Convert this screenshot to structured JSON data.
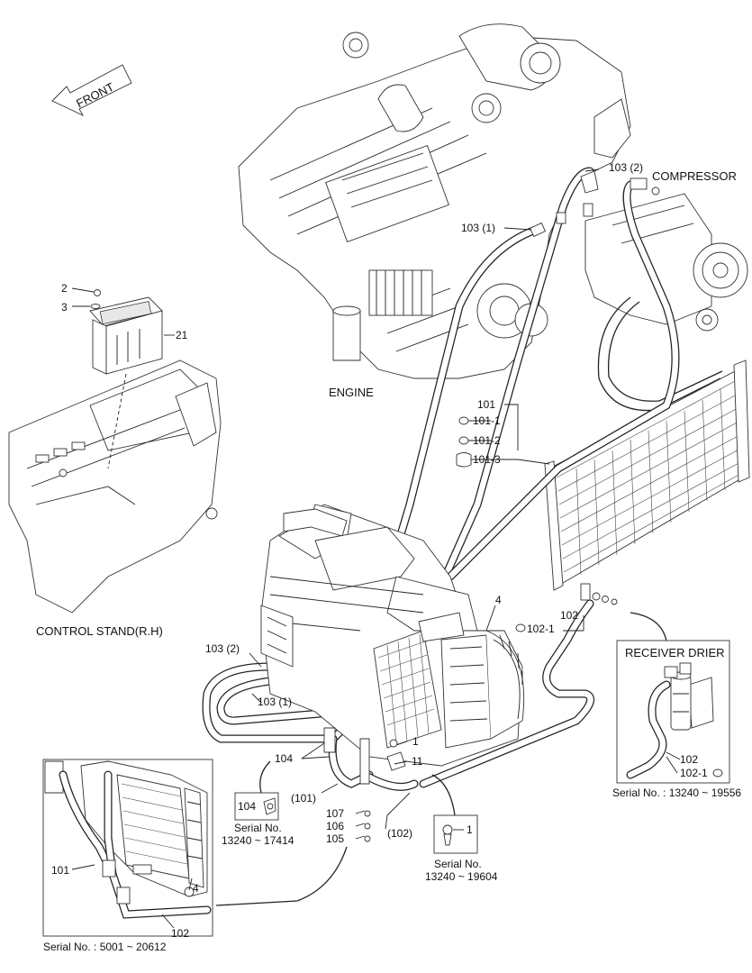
{
  "labels": {
    "front": "FRONT",
    "compressor": "COMPRESSOR",
    "engine": "ENGINE",
    "control_stand": "CONTROL STAND(R.H)",
    "receiver_drier": "RECEIVER DRIER",
    "p_2": "2",
    "p_3": "3",
    "p_21": "21",
    "p_103_2_top": "103 (2)",
    "p_103_1_top": "103 (1)",
    "p_101": "101",
    "p_101_1": "101-1",
    "p_101_2": "101-2",
    "p_101_3": "101-3",
    "p_4_main": "4",
    "p_102_main": "102",
    "p_102_1_main": "102-1",
    "p_103_2_left": "103 (2)",
    "p_103_1_left": "103 (1)",
    "p_104": "104",
    "p_1_main": "1",
    "p_11": "11",
    "p_101_paren": "(101)",
    "p_102_paren": "(102)",
    "p_107": "107",
    "p_106": "106",
    "p_105": "105",
    "inset104_part": "104",
    "inset104_serial": "Serial No.",
    "inset104_range": "13240 ~ 17414",
    "inset1_part": "1",
    "inset1_serial": "Serial No.",
    "inset1_range": "13240 ~ 19604",
    "drier_102": "102",
    "drier_102_1": "102-1",
    "drier_serial": "Serial No. : 13240 ~ 19556",
    "left_inset_101": "101",
    "left_inset_4": "4",
    "left_inset_102": "102",
    "left_inset_serial": "Serial No. : 5001 ~ 20612"
  }
}
